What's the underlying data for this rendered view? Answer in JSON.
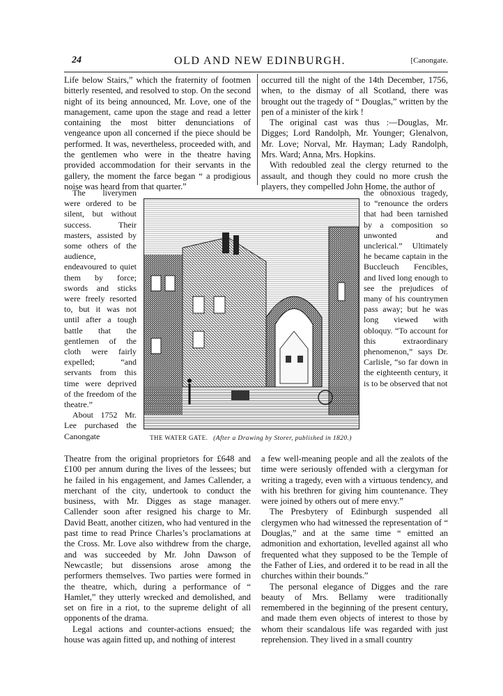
{
  "header": {
    "page_number": "24",
    "running_title": "OLD AND NEW EDINBURGH.",
    "section": "[Canongate."
  },
  "left_top": [
    "Life below Stairs,” which the fraternity of footmen bitterly resented, and resolved to stop. On the second night of its being announced, Mr. Love, one of the management, came upon the stage and read a letter containing the most bitter denunciations of vengeance upon all concerned if the piece should be performed. It was, nevertheless, proceeded with, and the gentlemen who were in the theatre having provided accommodation for their servants in the gallery, the moment the farce began “ a prodigious noise was heard from that quarter.”"
  ],
  "left_wrap": "The liverymen were ordered to be silent, but without success. Their masters, assisted by some others of the audience, endeavoured to quiet them by force; swords and sticks were freely resorted to, but it was not until after a tough battle that the gentlemen of the cloth were fairly expelled; “and servants from this time were deprived of the freedom of the theatre.”",
  "left_wrap2": "About 1752 Mr. Lee purchased the Canongate",
  "left_bottom": [
    "Theatre from the original proprietors for £648 and £100 per annum during the lives of the lessees; but he failed in his engagement, and James Callender, a merchant of the city, undertook to conduct the business, with Mr. Digges as stage manager. Callender soon after resigned his charge to Mr. David Beatt, another citizen, who had ventured in the past time to read Prince Charles’s proclamations at the Cross. Mr. Love also withdrew from the charge, and was succeeded by Mr. John Dawson of Newcastle; but dissensions arose among the performers themselves. Two parties were formed in the theatre, which, during a performance of “ Hamlet,” they utterly wrecked and demolished, and set on fire in a riot, to the supreme delight of all opponents of the drama.",
    "Legal actions and counter-actions ensued; the house was again fitted up, and nothing of interest"
  ],
  "right_top": [
    "occurred till the night of the 14th December, 1756, when, to the dismay of all Scotland, there was brought out the tragedy of “ Douglas,” written by the pen of a minister of the kirk !",
    "The original cast was thus :—Douglas, Mr. Digges; Lord Randolph, Mr. Younger; Glenalvon, Mr. Love; Norval, Mr. Hayman; Lady Randolph, Mrs. Ward; Anna, Mrs. Hopkins.",
    "With redoubled zeal the clergy returned to the assault, and though they could no more crush the players, they compelled John Home, the author of"
  ],
  "right_wrap": "the obnoxious tragedy, to “renounce the orders that had been tarnished by a composition so unwonted and unclerical.” Ultimately he became captain in the Buccleuch Fencibles, and lived long enough to see the prejudices of many of his countrymen pass away; but he was long viewed with obloquy. “To account for this extraordinary phenomenon,” says Dr. Carlisle, “so far down in the eighteenth century, it is to be observed that not",
  "right_bottom": [
    "a few well-meaning people and all the zealots of the time were seriously offended with a clergyman for writing a tragedy, even with a virtuous tendency, and with his brethren for giving him countenance. They were joined by others out of mere envy.”",
    "The Presbytery of Edinburgh suspended all clergymen who had witnessed the representation of “ Douglas,” and at the same time “ emitted an admonition and exhortation, levelled against all who frequented what they supposed to be the Temple of the Father of Lies, and ordered it to be read in all the churches within their bounds.”",
    "The personal elegance of Digges and the rare beauty of Mrs. Bellamy were traditionally remembered in the beginning of the present century, and made them even objects of interest to those by whom their scandalous life was regarded with just reprehension. They lived in a small country"
  ],
  "figure": {
    "caption_title": "THE WATER GATE.",
    "caption_note": "(After a Drawing by Storer, published in 1820.)"
  }
}
